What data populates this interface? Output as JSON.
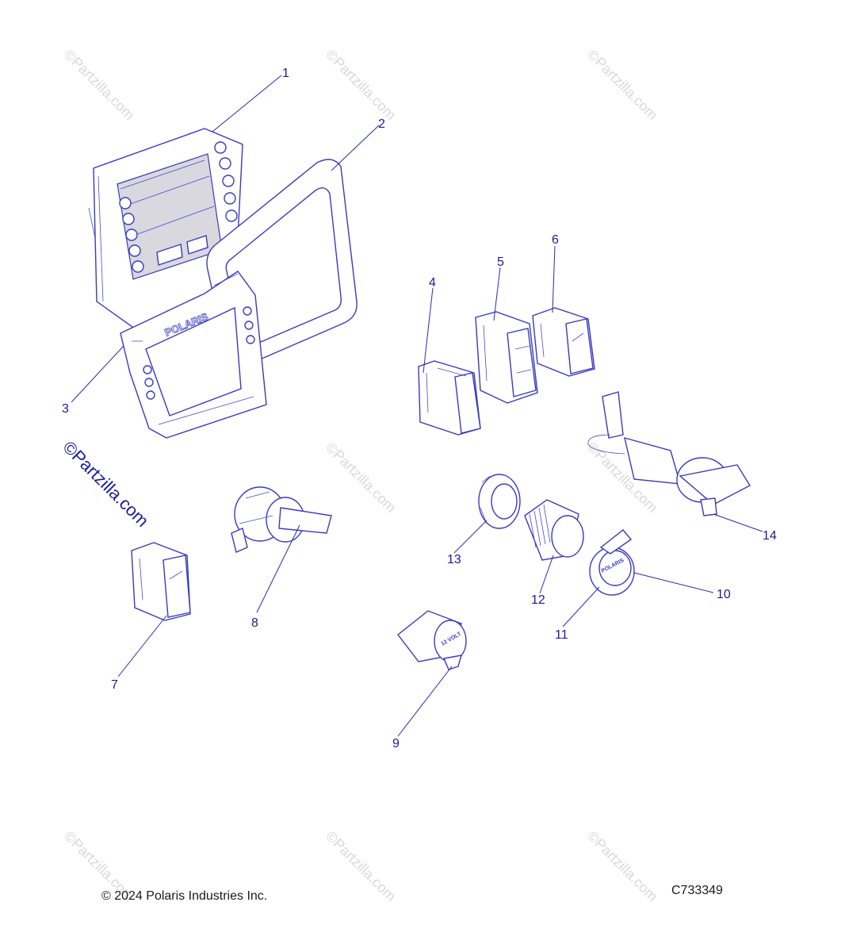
{
  "watermark": "©Partzilla.com",
  "callouts": [
    "1",
    "2",
    "3",
    "4",
    "5",
    "6",
    "7",
    "8",
    "9",
    "10",
    "11",
    "12",
    "13",
    "14"
  ],
  "part_labels": {
    "bezel_brand": "POLARIS",
    "socket_label": "12 VOLT",
    "cap_brand": "POLARIS"
  },
  "footer": {
    "copyright": "© 2024 Polaris Industries Inc.",
    "code": "C733349"
  }
}
